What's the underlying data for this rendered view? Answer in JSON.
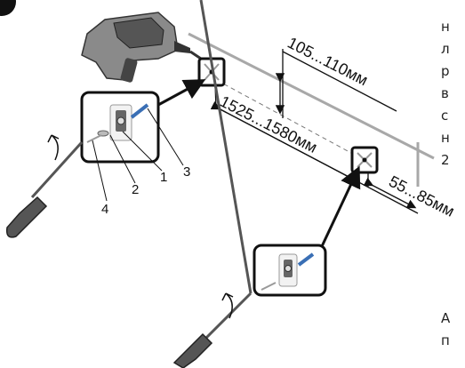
{
  "dimensions": {
    "vertical_gap": "105...110мм",
    "mount_spacing": "1525...1580мм",
    "end_offset": "55...85мм"
  },
  "part_labels": [
    "1",
    "2",
    "3",
    "4"
  ],
  "side_text": [
    "н",
    "л",
    "р",
    "в",
    "с",
    "н",
    "2",
    "А",
    "п"
  ],
  "colors": {
    "guide_line": "#a8a8a8",
    "callout_frame": "#111111",
    "drill_body": "#7a7a7a",
    "anchor": "#3a6fb5"
  }
}
